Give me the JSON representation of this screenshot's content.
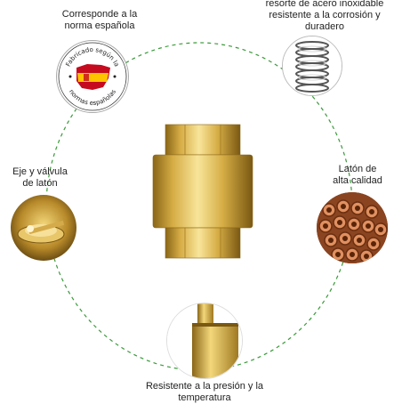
{
  "labels": {
    "spain": [
      "Corresponde a la",
      "norma española"
    ],
    "spring": [
      "resorte de acero inoxidable",
      "resistente a la corrosión y",
      "duradero"
    ],
    "axis": [
      "Eje y válvula",
      "de latón"
    ],
    "brass": [
      "Latón de",
      "alta calidad"
    ],
    "pressure": [
      "Resistente a la presión y la",
      "temperatura"
    ]
  },
  "badge": {
    "top_text": "Fabricado según la",
    "bottom_text": "normas españolas"
  },
  "colors": {
    "dashed_ring": "#3a9a3a",
    "brass_light": "#f3d77a",
    "brass_mid": "#d6ad45",
    "brass_dark": "#8a6618",
    "copper": "#c9743a",
    "spain_red": "#c60b1e",
    "spain_yellow": "#ffc400"
  }
}
